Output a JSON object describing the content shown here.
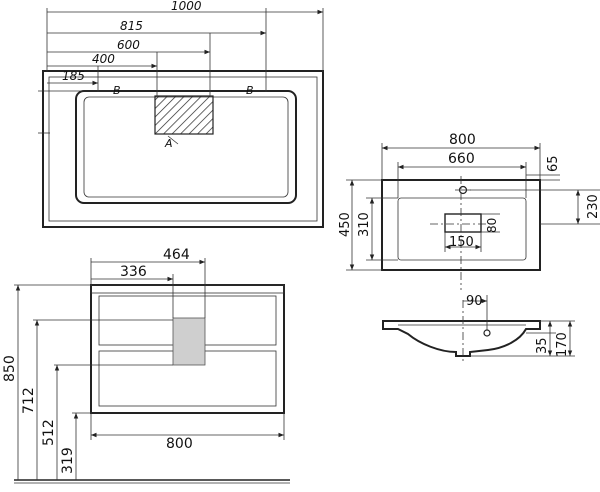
{
  "top_view": {
    "dims": [
      "1000",
      "815",
      "600",
      "400",
      "185"
    ],
    "section_labels": [
      "B",
      "B",
      "A"
    ]
  },
  "basin_plan": {
    "width_outer": "800",
    "width_inner": "660",
    "offset_right": "65",
    "depth_outer": "450",
    "depth_inner": "310",
    "tap_offset": "230",
    "cutout_width": "150",
    "cutout_depth": "80"
  },
  "basin_section": {
    "drain_offset": "90",
    "rim_height": "35",
    "total_height": "170"
  },
  "front_view": {
    "dims_top": [
      "464",
      "336"
    ],
    "width": "800",
    "heights": [
      "850",
      "712",
      "512",
      "319"
    ]
  }
}
